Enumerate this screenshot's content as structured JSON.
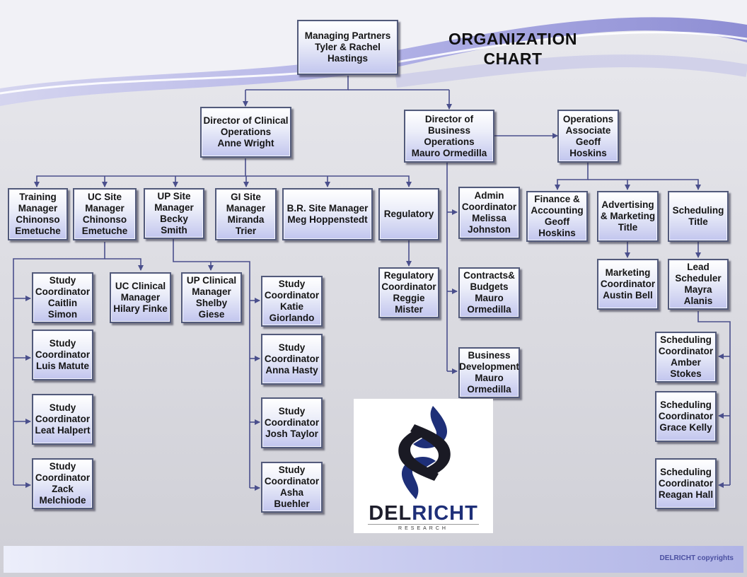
{
  "title": "ORGANIZATION CHART",
  "colors": {
    "connector": "#4a4f8c",
    "box_border": "#525a7a",
    "wave": "#7f7fcf"
  },
  "boxes": {
    "partners": [
      "Managing Partners",
      "Tyler & Rachel",
      "Hastings"
    ],
    "dir_clinical": [
      "Director of Clinical",
      "Operations",
      "Anne Wright"
    ],
    "dir_business": [
      "Director of",
      "Business",
      "Operations",
      "Mauro Ormedilla"
    ],
    "ops_associate": [
      "Operations",
      "Associate",
      "Geoff",
      "Hoskins"
    ],
    "training": [
      "Training",
      "Manager",
      "Chinonso",
      "Emetuche"
    ],
    "uc_site": [
      "UC Site",
      "Manager",
      "Chinonso",
      "Emetuche"
    ],
    "up_site": [
      "UP Site",
      "Manager",
      "Becky Smith"
    ],
    "gi_site": [
      "GI Site",
      "Manager",
      "Miranda",
      "Trier"
    ],
    "br_site": [
      "B.R. Site Manager",
      "Meg Hoppenstedt"
    ],
    "regulatory": [
      "Regulatory"
    ],
    "admin": [
      "Admin",
      "Coordinator",
      "Melissa",
      "Johnston"
    ],
    "finance": [
      "Finance &",
      "Accounting",
      "Geoff",
      "Hoskins"
    ],
    "advertising": [
      "Advertising",
      "& Marketing",
      "Title"
    ],
    "scheduling": [
      "Scheduling",
      "Title"
    ],
    "sc_caitlin": [
      "Study",
      "Coordinator",
      "Caitlin",
      "Simon"
    ],
    "uc_clinical": [
      "UC Clinical",
      "Manager",
      "Hilary Finke"
    ],
    "up_clinical": [
      "UP Clinical",
      "Manager",
      "Shelby Giese"
    ],
    "sc_katie": [
      "Study",
      "Coordinator",
      "Katie",
      "Giorlando"
    ],
    "reg_coord": [
      "Regulatory",
      "Coordinator",
      "Reggie",
      "Mister"
    ],
    "contracts": [
      "Contracts&",
      "Budgets",
      "Mauro",
      "Ormedilla"
    ],
    "marketing_coord": [
      "Marketing",
      "Coordinator",
      "Austin Bell"
    ],
    "lead_scheduler": [
      "Lead",
      "Scheduler",
      "Mayra Alanis"
    ],
    "sc_luis": [
      "Study",
      "Coordinator",
      "Luis Matute"
    ],
    "sc_anna": [
      "Study",
      "Coordinator",
      "Anna Hasty"
    ],
    "biz_dev": [
      "Business",
      "Development",
      "Mauro",
      "Ormedilla"
    ],
    "sched_amber": [
      "Scheduling",
      "Coordinator",
      "Amber",
      "Stokes"
    ],
    "sc_leat": [
      "Study",
      "Coordinator",
      "Leat Halpert"
    ],
    "sc_josh": [
      "Study",
      "Coordinator",
      "Josh Taylor"
    ],
    "sched_grace": [
      "Scheduling",
      "Coordinator",
      "Grace Kelly"
    ],
    "sc_zack": [
      "Study",
      "Coordinator",
      "Zack",
      "Melchiode"
    ],
    "sc_asha": [
      "Study",
      "Coordinator",
      "Asha",
      "Buehler"
    ],
    "sched_reagan": [
      "Scheduling",
      "Coordinator",
      "Reagan Hall"
    ]
  },
  "logo": {
    "name_dark": "DEL",
    "name_blue": "RICHT",
    "subtitle": "RESEARCH"
  },
  "footer": {
    "copyright": "DELRICHT copyrights"
  }
}
